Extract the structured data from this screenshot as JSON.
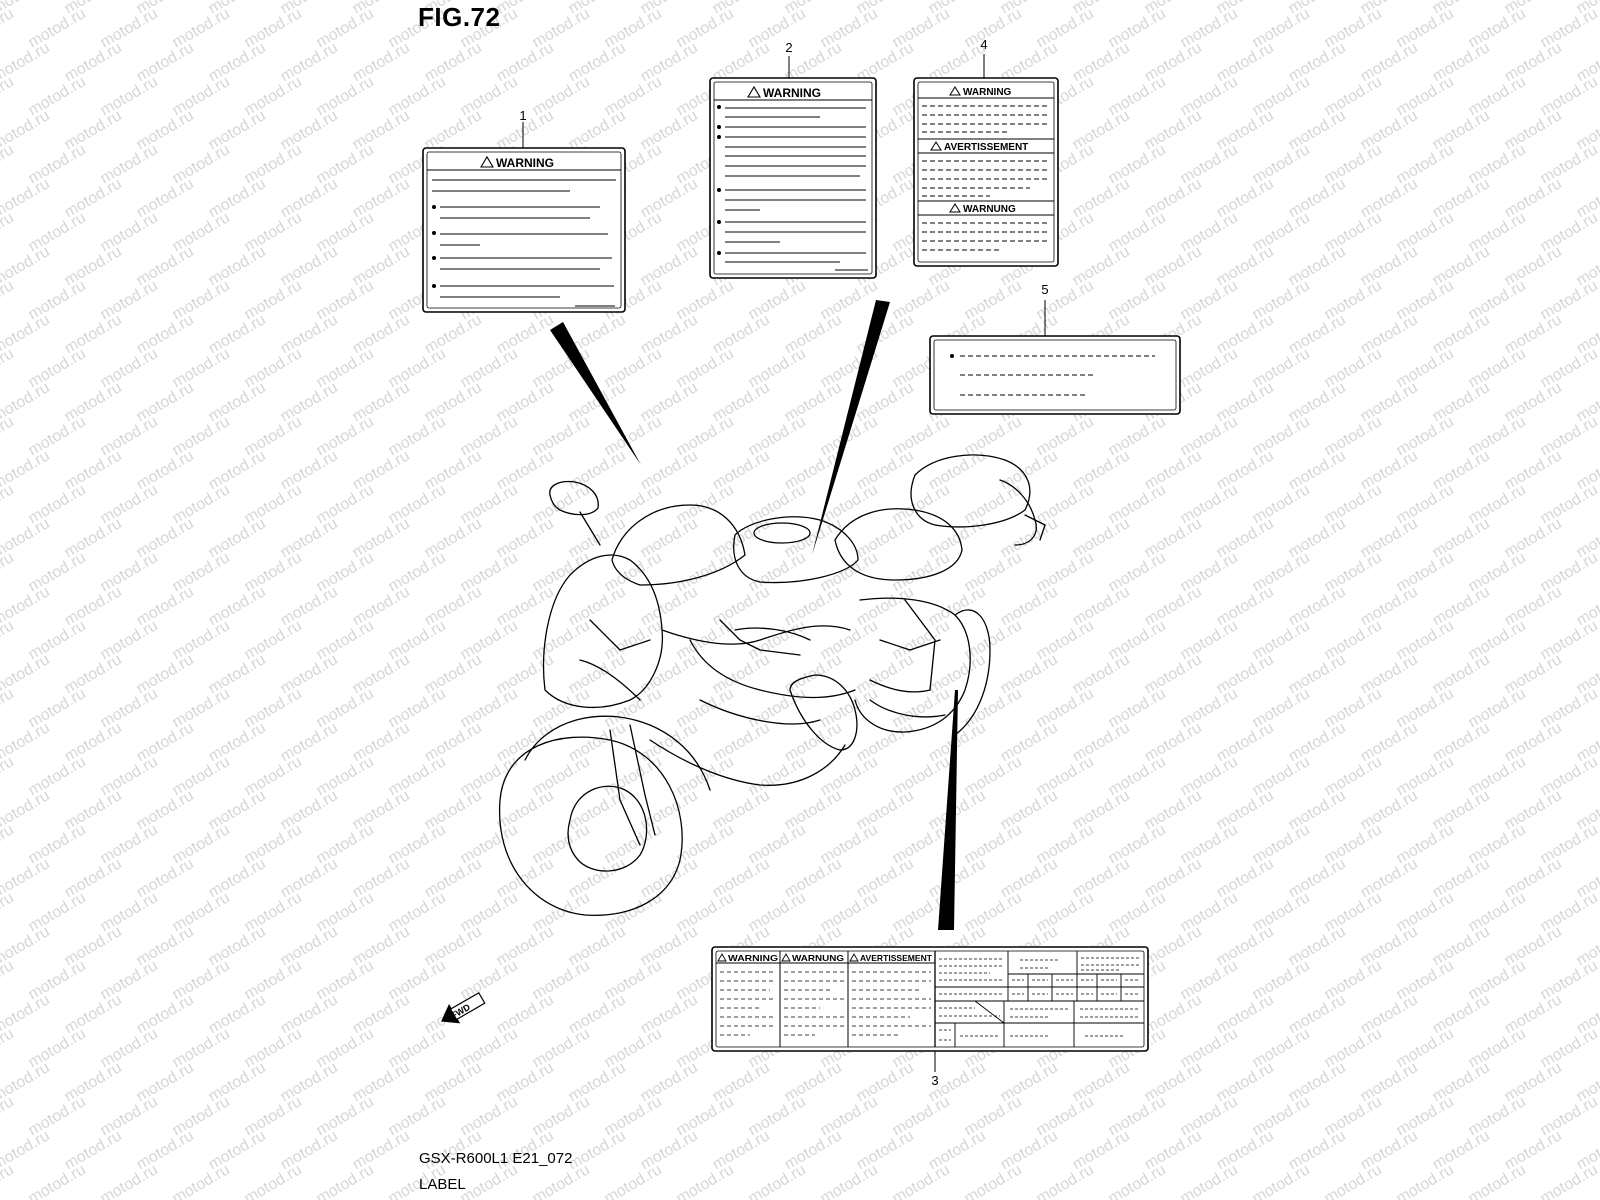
{
  "figure": {
    "title": "FIG.72",
    "model_code": "GSX-R600L1 E21_072",
    "caption": "LABEL"
  },
  "callouts": [
    "1",
    "2",
    "3",
    "4",
    "5"
  ],
  "labels": {
    "label1": {
      "header": "WARNING"
    },
    "label2": {
      "header": "WARNING"
    },
    "label4": {
      "headers": [
        "WARNING",
        "AVERTISSEMENT",
        "WARNUNG"
      ]
    },
    "label3": {
      "headers": [
        "WARNING",
        "WARNUNG",
        "AVERTISSEMENT"
      ]
    }
  },
  "direction_marker": "FWD",
  "watermark": "motod.ru"
}
